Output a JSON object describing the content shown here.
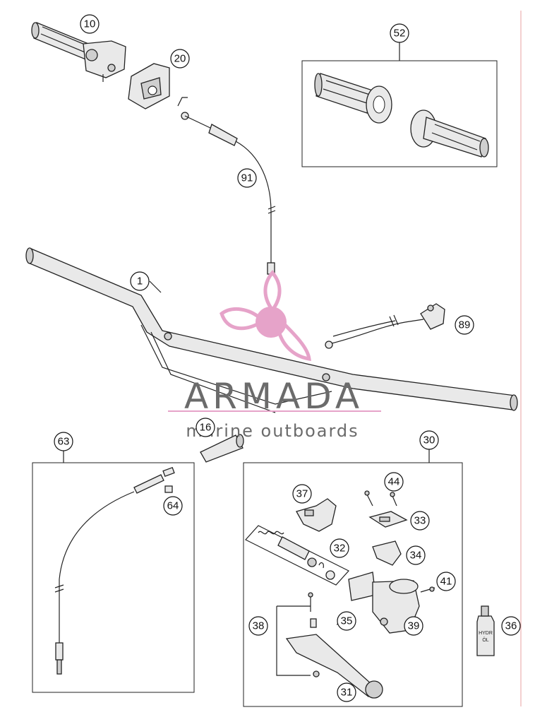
{
  "brand": {
    "name": "ARMADA",
    "tagline": "marine outboards",
    "logo_color": "#e6a3c9",
    "text_color": "#6b6b6b"
  },
  "callouts": [
    "10",
    "20",
    "52",
    "91",
    "1",
    "89",
    "16",
    "63",
    "30",
    "64",
    "44",
    "37",
    "33",
    "32",
    "34",
    "41",
    "38",
    "35",
    "39",
    "36",
    "31"
  ],
  "label_36": {
    "line1": "HYDR",
    "line2": "ÖL"
  },
  "colors": {
    "line": "#222222",
    "page_edge": "#e8a0a0"
  }
}
